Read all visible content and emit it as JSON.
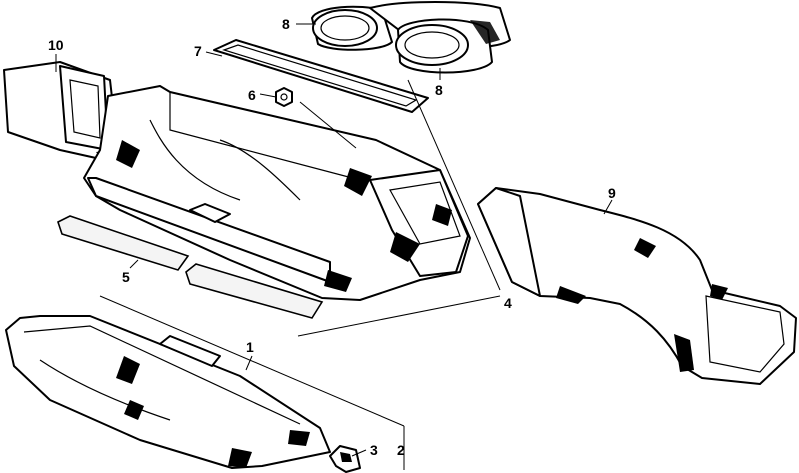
{
  "diagram": {
    "callouts": [
      {
        "id": "c1",
        "label": "1"
      },
      {
        "id": "c2",
        "label": "2"
      },
      {
        "id": "c3",
        "label": "3"
      },
      {
        "id": "c4",
        "label": "4"
      },
      {
        "id": "c5",
        "label": "5"
      },
      {
        "id": "c6",
        "label": "6"
      },
      {
        "id": "c7",
        "label": "7"
      },
      {
        "id": "c8a",
        "label": "8"
      },
      {
        "id": "c8b",
        "label": "8"
      },
      {
        "id": "c9",
        "label": "9"
      },
      {
        "id": "c10",
        "label": "10"
      }
    ]
  }
}
